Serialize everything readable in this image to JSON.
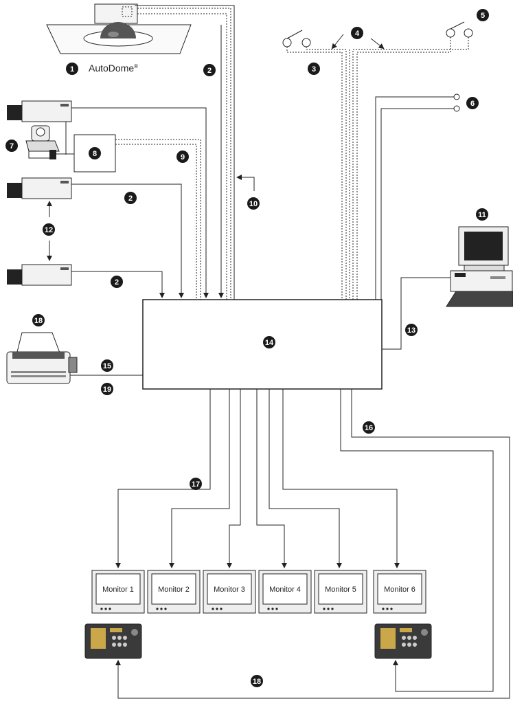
{
  "brand": {
    "name": "AutoDome",
    "reg": "®"
  },
  "monitors": [
    "Monitor 1",
    "Monitor 2",
    "Monitor 3",
    "Monitor 4",
    "Monitor 5",
    "Monitor 6"
  ],
  "callouts": [
    "1",
    "2",
    "3",
    "4",
    "5",
    "6",
    "7",
    "8",
    "9",
    "10",
    "11",
    "12",
    "13",
    "14",
    "15",
    "16",
    "17",
    "18",
    "2",
    "2",
    "19",
    "18"
  ],
  "colors": {
    "line": "#222222",
    "badge": "#1a1a1a",
    "device": "#f2f2f2",
    "hub": "#ffffff"
  },
  "icons": [
    "dome-camera-icon",
    "box-camera-icon",
    "ptz-camera-icon",
    "pc-workstation-icon",
    "printer-icon",
    "keyboard-controller-icon",
    "alarm-switch-icon",
    "monitor-icon"
  ]
}
